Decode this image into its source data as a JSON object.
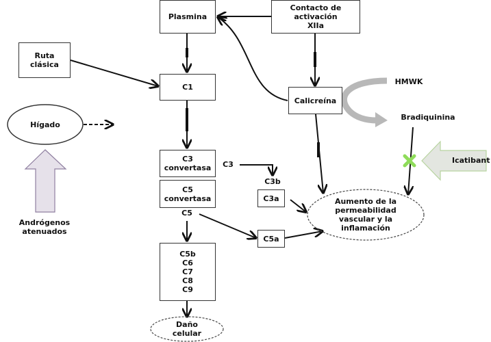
{
  "nodes": {
    "plasmina": "Plasmina",
    "contacto": "Contacto de\nactivación\nXIIa",
    "ruta_clasica": "Ruta\nclásica",
    "c1": "C1",
    "calicreina": "Calicreína",
    "higado": "Hígado",
    "hmwk": "HMWK",
    "bradiquinina": "Bradiquinina",
    "icatibant": "Icatibant",
    "c3_convertasa": "C3\nconvertasa",
    "c5_convertasa": "C5\nconvertasa",
    "c3": "C3",
    "c3b": "C3b",
    "c3a": "C3a",
    "c5": "C5",
    "c5a": "C5a",
    "mac": "C5b\nC6\nC7\nC8\nC9",
    "aumento": "Aumento de la\npermeabilidad\nvascular y la\ninflamación",
    "androgenos": "Andrógenos\natenuados",
    "dano": "Daño\ncelular"
  },
  "colors": {
    "line": "#111111",
    "box_border": "#333333",
    "androgen_arrow_fill": "#e6e1ea",
    "androgen_arrow_stroke": "#8f7fa0",
    "icatibant_fill": "#e3e6e0",
    "icatibant_stroke": "#b8d4a0",
    "block_x": "#8fdc5a",
    "hmwk_arrow": "#b8b8b8"
  }
}
